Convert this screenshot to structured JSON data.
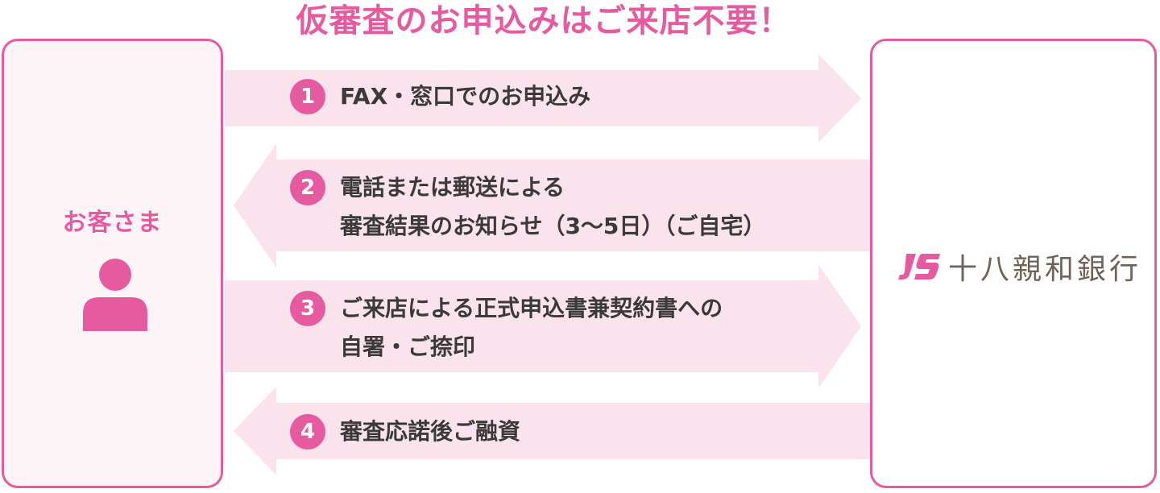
{
  "colors": {
    "accent": "#e65a9f",
    "arrow_fill": "#fbe3ee",
    "panel_left_bg": "#fdf4f8",
    "step_text": "#3a3a3a",
    "bank_text": "#6f6257"
  },
  "headline": "仮審査のお申込みはご来店不要！",
  "customer": {
    "label": "お客さま",
    "icon": "person-icon"
  },
  "bank": {
    "name": "十八親和銀行",
    "logo_icon": "bank-logo-mark"
  },
  "steps": [
    {
      "number": "1",
      "direction": "to-bank",
      "lines": [
        "FAX・窓口でのお申込み"
      ]
    },
    {
      "number": "2",
      "direction": "to-customer",
      "lines": [
        "電話または郵送による",
        "審査結果のお知らせ（3〜5日）（ご自宅）"
      ]
    },
    {
      "number": "3",
      "direction": "to-bank",
      "lines": [
        "ご来店による正式申込書兼契約書への",
        "自署・ご捺印"
      ]
    },
    {
      "number": "4",
      "direction": "to-customer",
      "lines": [
        "審査応諾後ご融資"
      ]
    }
  ]
}
